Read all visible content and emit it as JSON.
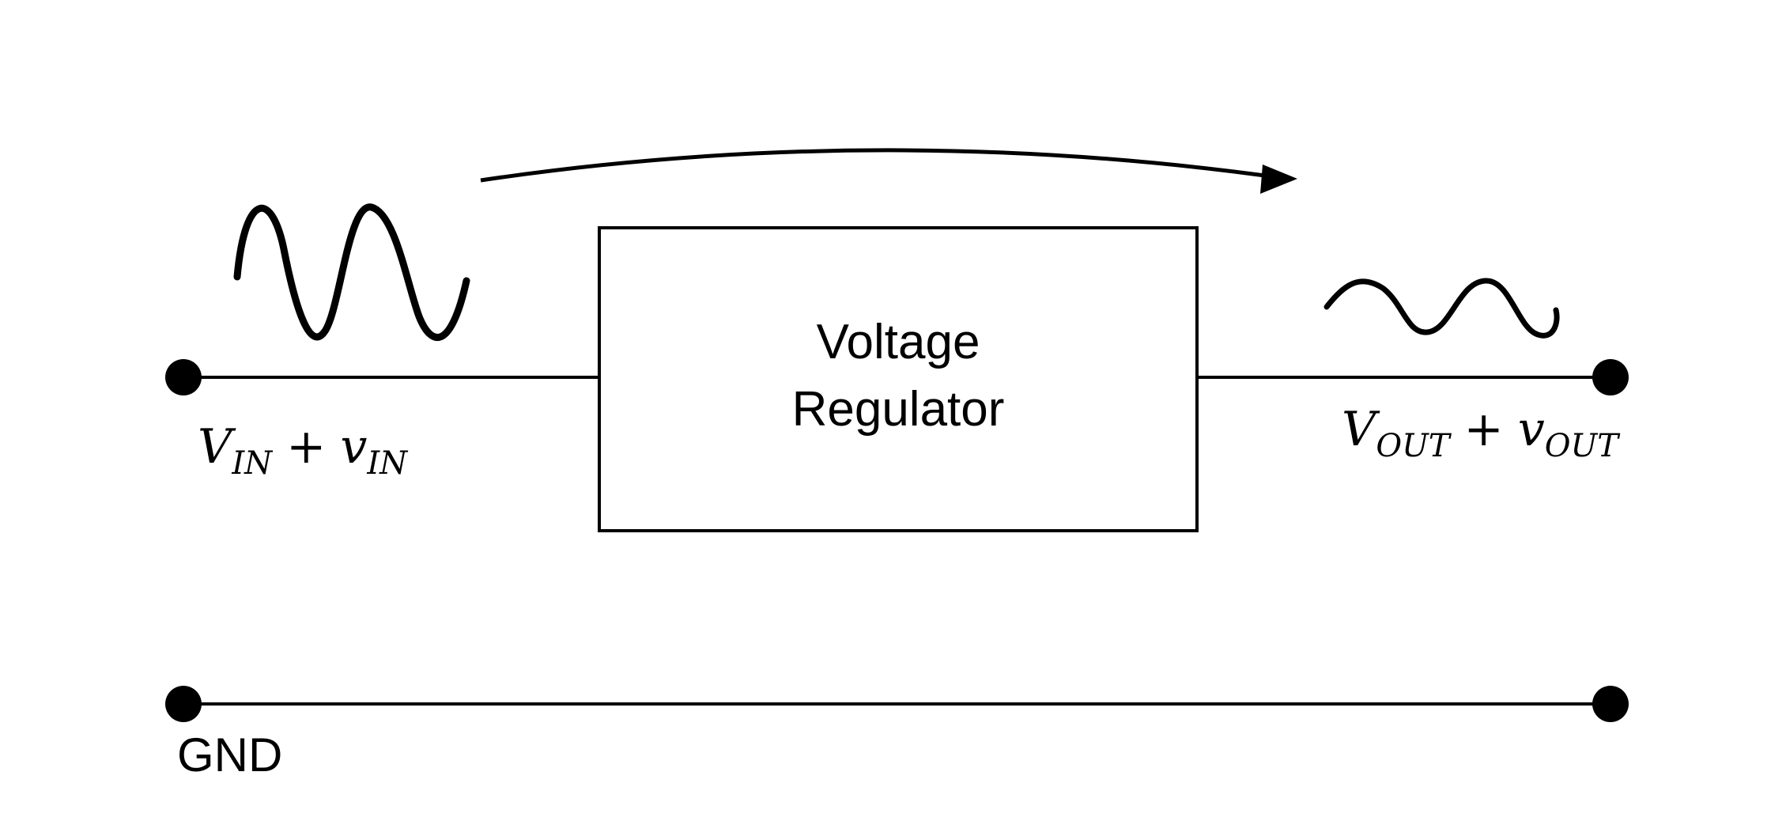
{
  "regulator": {
    "line1": "Voltage",
    "line2": "Regulator"
  },
  "input_label": {
    "main": "V",
    "main_sub": "IN",
    "op": "+",
    "small": "v",
    "small_sub": "IN"
  },
  "output_label": {
    "main": "V",
    "main_sub": "OUT",
    "op": "+",
    "small": "v",
    "small_sub": "OUT"
  },
  "ground_label": "GND"
}
